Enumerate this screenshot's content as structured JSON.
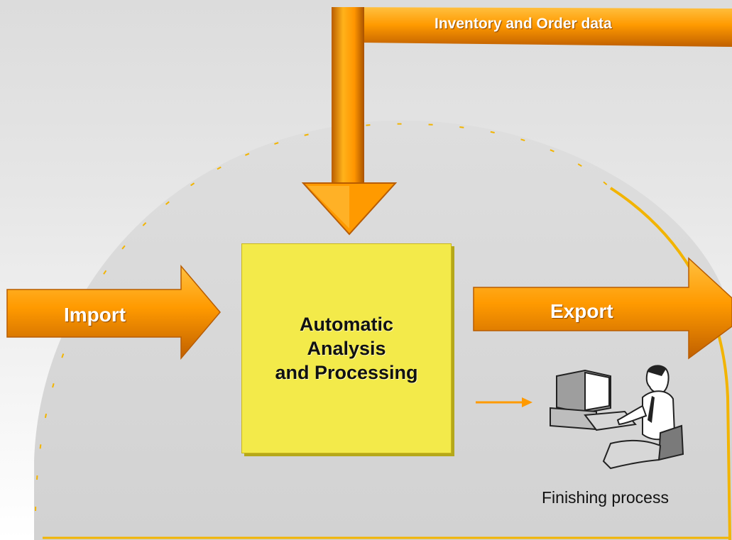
{
  "diagram": {
    "inventory_label": "Inventory and Order data",
    "import_label": "Import",
    "export_label": "Export",
    "process_box": {
      "line1": "Automatic",
      "line2": "Analysis",
      "line3": "and Processing"
    },
    "finishing_caption": "Finishing process"
  },
  "colors": {
    "arrow_orange": "#ff9a00",
    "arrow_dark": "#c66a00",
    "process_yellow": "#f3ea4a",
    "dome_fill": "#d9d9d9",
    "dome_edge": "#f2b400"
  },
  "icons": {
    "worker": "person-at-computer-icon"
  }
}
